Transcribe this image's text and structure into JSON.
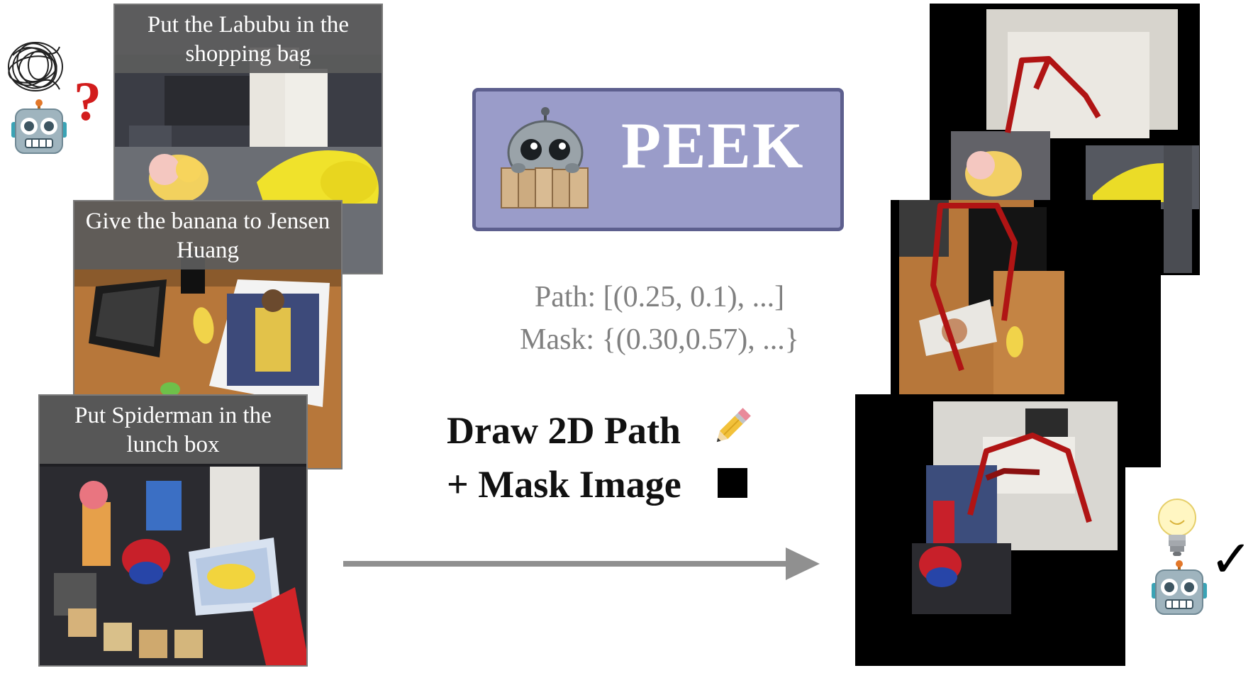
{
  "tasks": [
    {
      "caption": "Put the Labubu in the shopping bag"
    },
    {
      "caption": "Give the banana to Jensen Huang"
    },
    {
      "caption": "Put Spiderman in the lunch box"
    }
  ],
  "logo": {
    "title": "PEEK"
  },
  "outputs": {
    "path": "Path: [(0.25, 0.1), ...]",
    "mask": "Mask: {(0.30,0.57), ...}"
  },
  "instruction": {
    "line1": "Draw 2D Path",
    "line2": "+ Mask Image"
  },
  "status": {
    "before": "?",
    "after": "✓"
  },
  "colors": {
    "peek_box": "#9a9cc9",
    "peek_border": "#5d5f8e",
    "path_red": "#b01414",
    "arrow_gray": "#909090"
  }
}
